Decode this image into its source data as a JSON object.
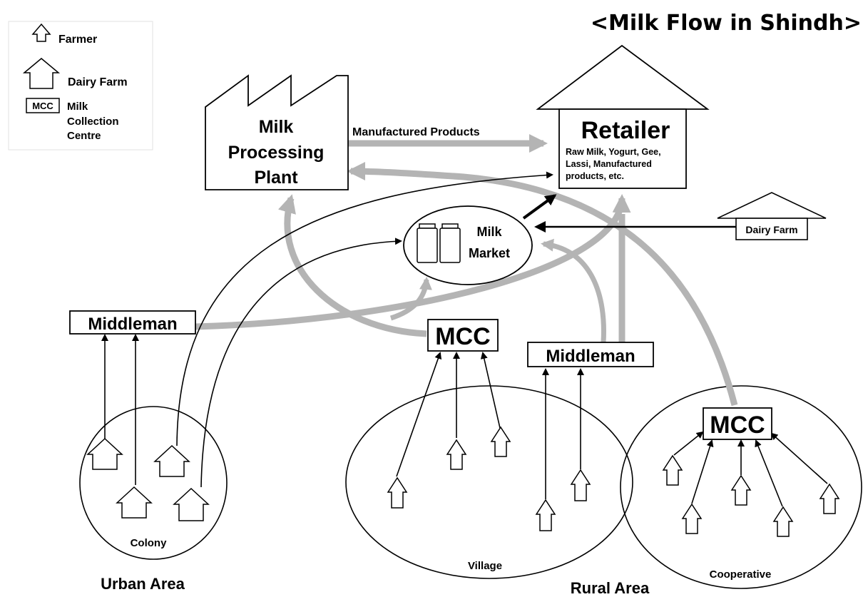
{
  "title": "<Milk Flow in Shindh>",
  "legend": {
    "farmer": "Farmer",
    "dairy_farm": "Dairy Farm",
    "mcc_box": "MCC",
    "mcc_line1": "Milk",
    "mcc_line2": "Collection",
    "mcc_line3": "Centre"
  },
  "nodes": {
    "plant": {
      "line1": "Milk",
      "line2": "Processing",
      "line3": "Plant"
    },
    "retailer": {
      "title": "Retailer",
      "desc1": "Raw Milk, Yogurt, Gee,",
      "desc2": "Lassi, Manufactured",
      "desc3": "products, etc."
    },
    "market": {
      "line1": "Milk",
      "line2": "Market"
    },
    "dairy_farm": "Dairy Farm",
    "middleman_left": "Middleman",
    "middleman_right": "Middleman",
    "mcc_center": "MCC",
    "mcc_coop": "MCC"
  },
  "edges": {
    "plant_to_retailer": "Manufactured Products"
  },
  "areas": {
    "colony": "Colony",
    "village": "Village",
    "cooperative": "Cooperative",
    "urban": "Urban Area",
    "rural": "Rural Area"
  },
  "colors": {
    "gray_arrow": "#b4b4b4",
    "black": "#000000"
  }
}
